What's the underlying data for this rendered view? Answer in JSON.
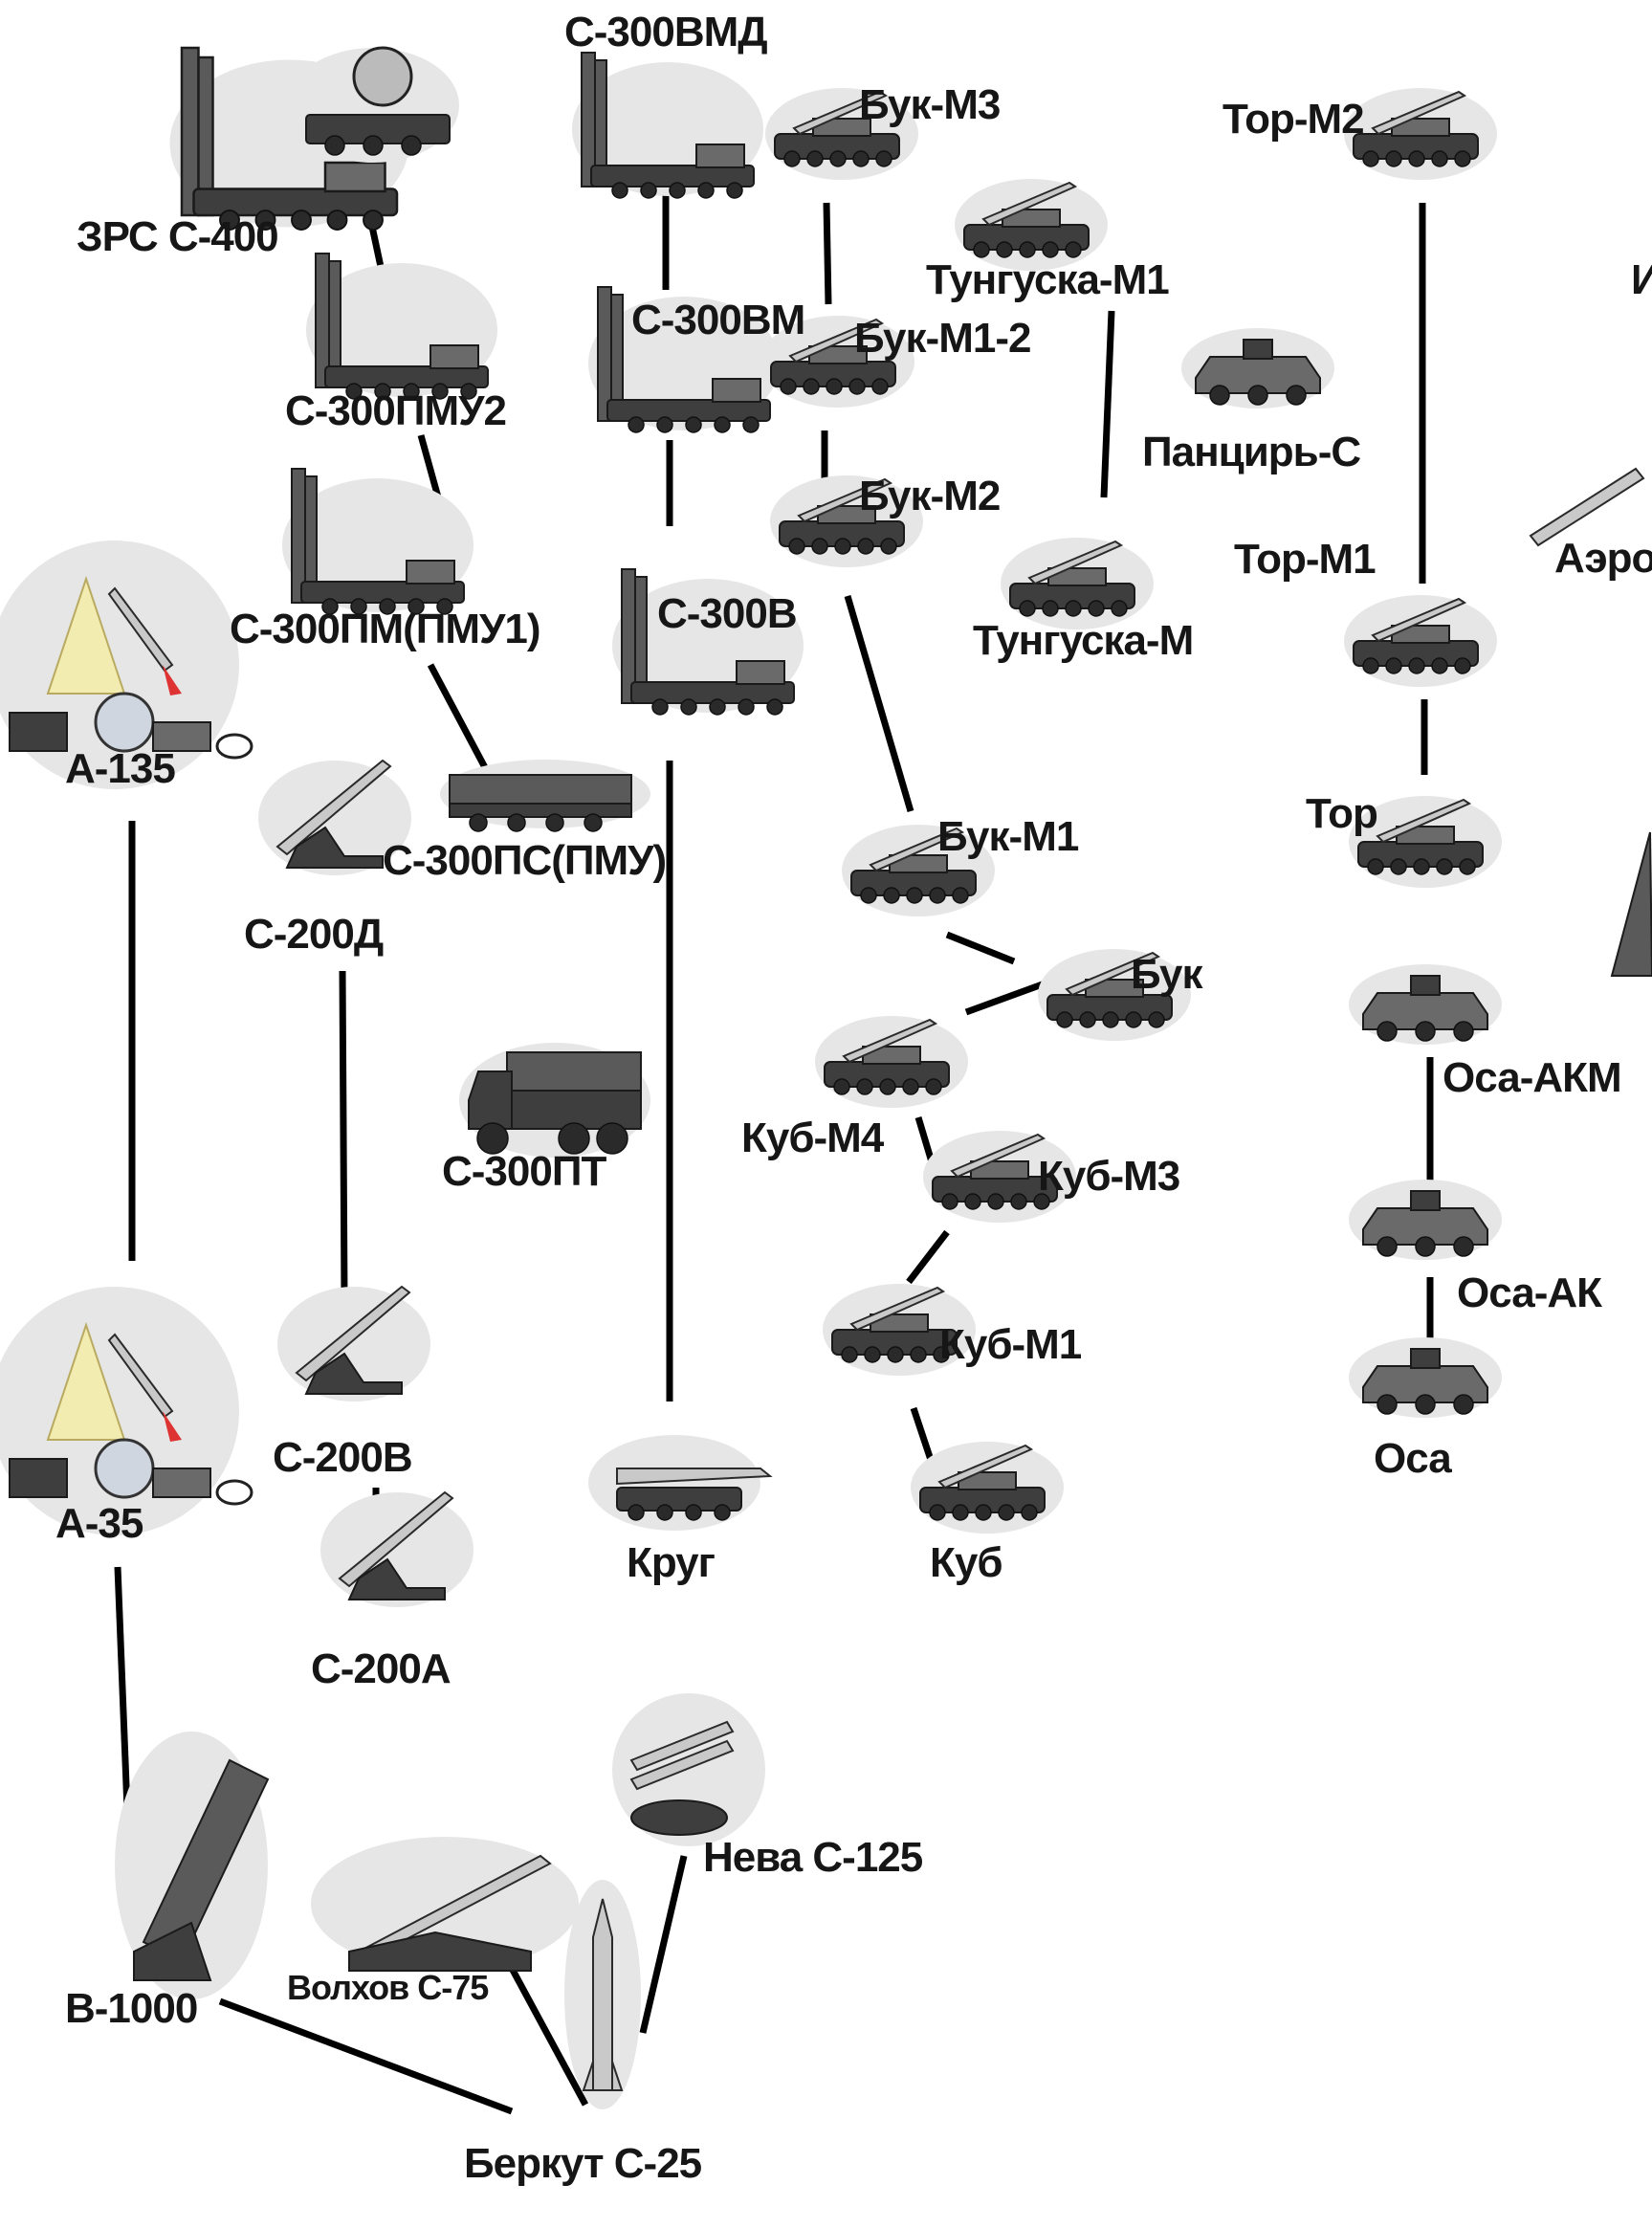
{
  "systems": {
    "s400": "ЗРС С-400",
    "s300vmd": "С-300ВМД",
    "buk_m3": "Бук-М3",
    "tor_m2": "Тор-М2",
    "tunguska_m1": "Тунгуска-М1",
    "s300vm": "С-300ВМ",
    "buk_m1_2": "Бук-М1-2",
    "s300pmu2": "С-300ПМУ2",
    "pantsir_s": "Панцирь-С",
    "buk_m2": "Бук-М2",
    "tor_m1": "Тор-М1",
    "s300pm": "С-300ПМ(ПМУ1)",
    "s300v": "С-300В",
    "tunguska_m": "Тунгуска-М",
    "a135": "А-135",
    "s300ps": "С-300ПС(ПМУ)",
    "buk_m1": "Бук-М1",
    "tor": "Тор",
    "s200d": "С-200Д",
    "buk": "Бук",
    "osa_akm": "Оса-АКМ",
    "kub_m4": "Куб-М4",
    "kub_m3": "Куб-М3",
    "s300pt": "С-300ПТ",
    "osa_ak": "Оса-АК",
    "kub_m1": "Куб-М1",
    "osa": "Оса",
    "s200v": "С-200В",
    "a35": "А-35",
    "krug": "Круг",
    "kub": "Куб",
    "s200a": "С-200А",
    "neva": "Нева С-125",
    "volkhov": "Волхов С-75",
    "v1000": "В-1000",
    "berkut": "Беркут С-25"
  },
  "cut_labels": {
    "right_top": "И",
    "right_mid": "Аэро"
  }
}
